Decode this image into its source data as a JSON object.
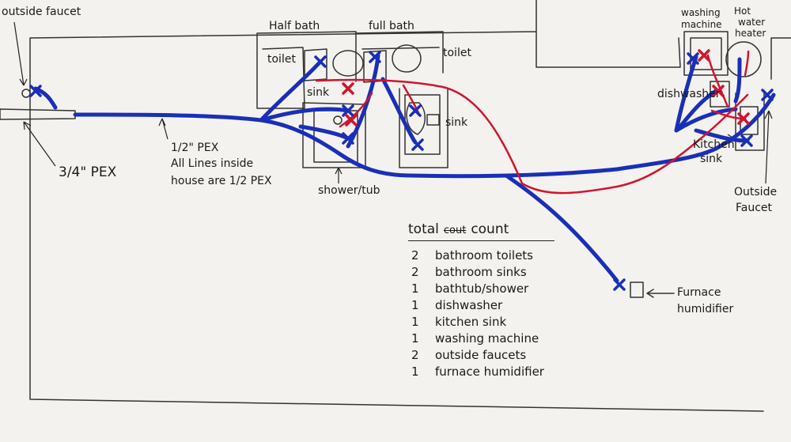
{
  "colors": {
    "cold_line": "#1a2fb8",
    "hot_line": "#d0152f",
    "outline": "#333333",
    "paper": "#f4f2ee"
  },
  "labels": {
    "outside_faucet_left": "outside faucet",
    "half_bath": "Half bath",
    "full_bath": "full bath",
    "toilet_half": "toilet",
    "toilet_full": "toilet",
    "sink_half": "sink",
    "sink_full": "sink",
    "washing_machine_1": "washing",
    "washing_machine_2": "machine",
    "hot_water_heater_1": "Hot",
    "hot_water_heater_2": "water",
    "hot_water_heater_3": "heater",
    "dishwasher": "dishwasher",
    "kitchen_sink_1": "Kitchen",
    "kitchen_sink_2": "sink",
    "outside_faucet_right_1": "Outside",
    "outside_faucet_right_2": "Faucet",
    "pex_half": "1/2\" PEX",
    "all_lines_1": "All Lines inside",
    "all_lines_2": "house are 1/2 PEX",
    "pex_34": "3/4\" PEX",
    "shower_tub": "shower/tub",
    "furnace_1": "Furnace",
    "furnace_2": "humidifier"
  },
  "legend": {
    "title_left": "total",
    "title_struck": "cout",
    "title_right": "count",
    "items": [
      {
        "count": "2",
        "label": "bathroom toilets"
      },
      {
        "count": "2",
        "label": "bathroom sinks"
      },
      {
        "count": "1",
        "label": "bathtub/shower"
      },
      {
        "count": "1",
        "label": "dishwasher"
      },
      {
        "count": "1",
        "label": "kitchen sink"
      },
      {
        "count": "1",
        "label": "washing machine"
      },
      {
        "count": "2",
        "label": "outside faucets"
      },
      {
        "count": "1",
        "label": "furnace humidifier"
      }
    ]
  }
}
